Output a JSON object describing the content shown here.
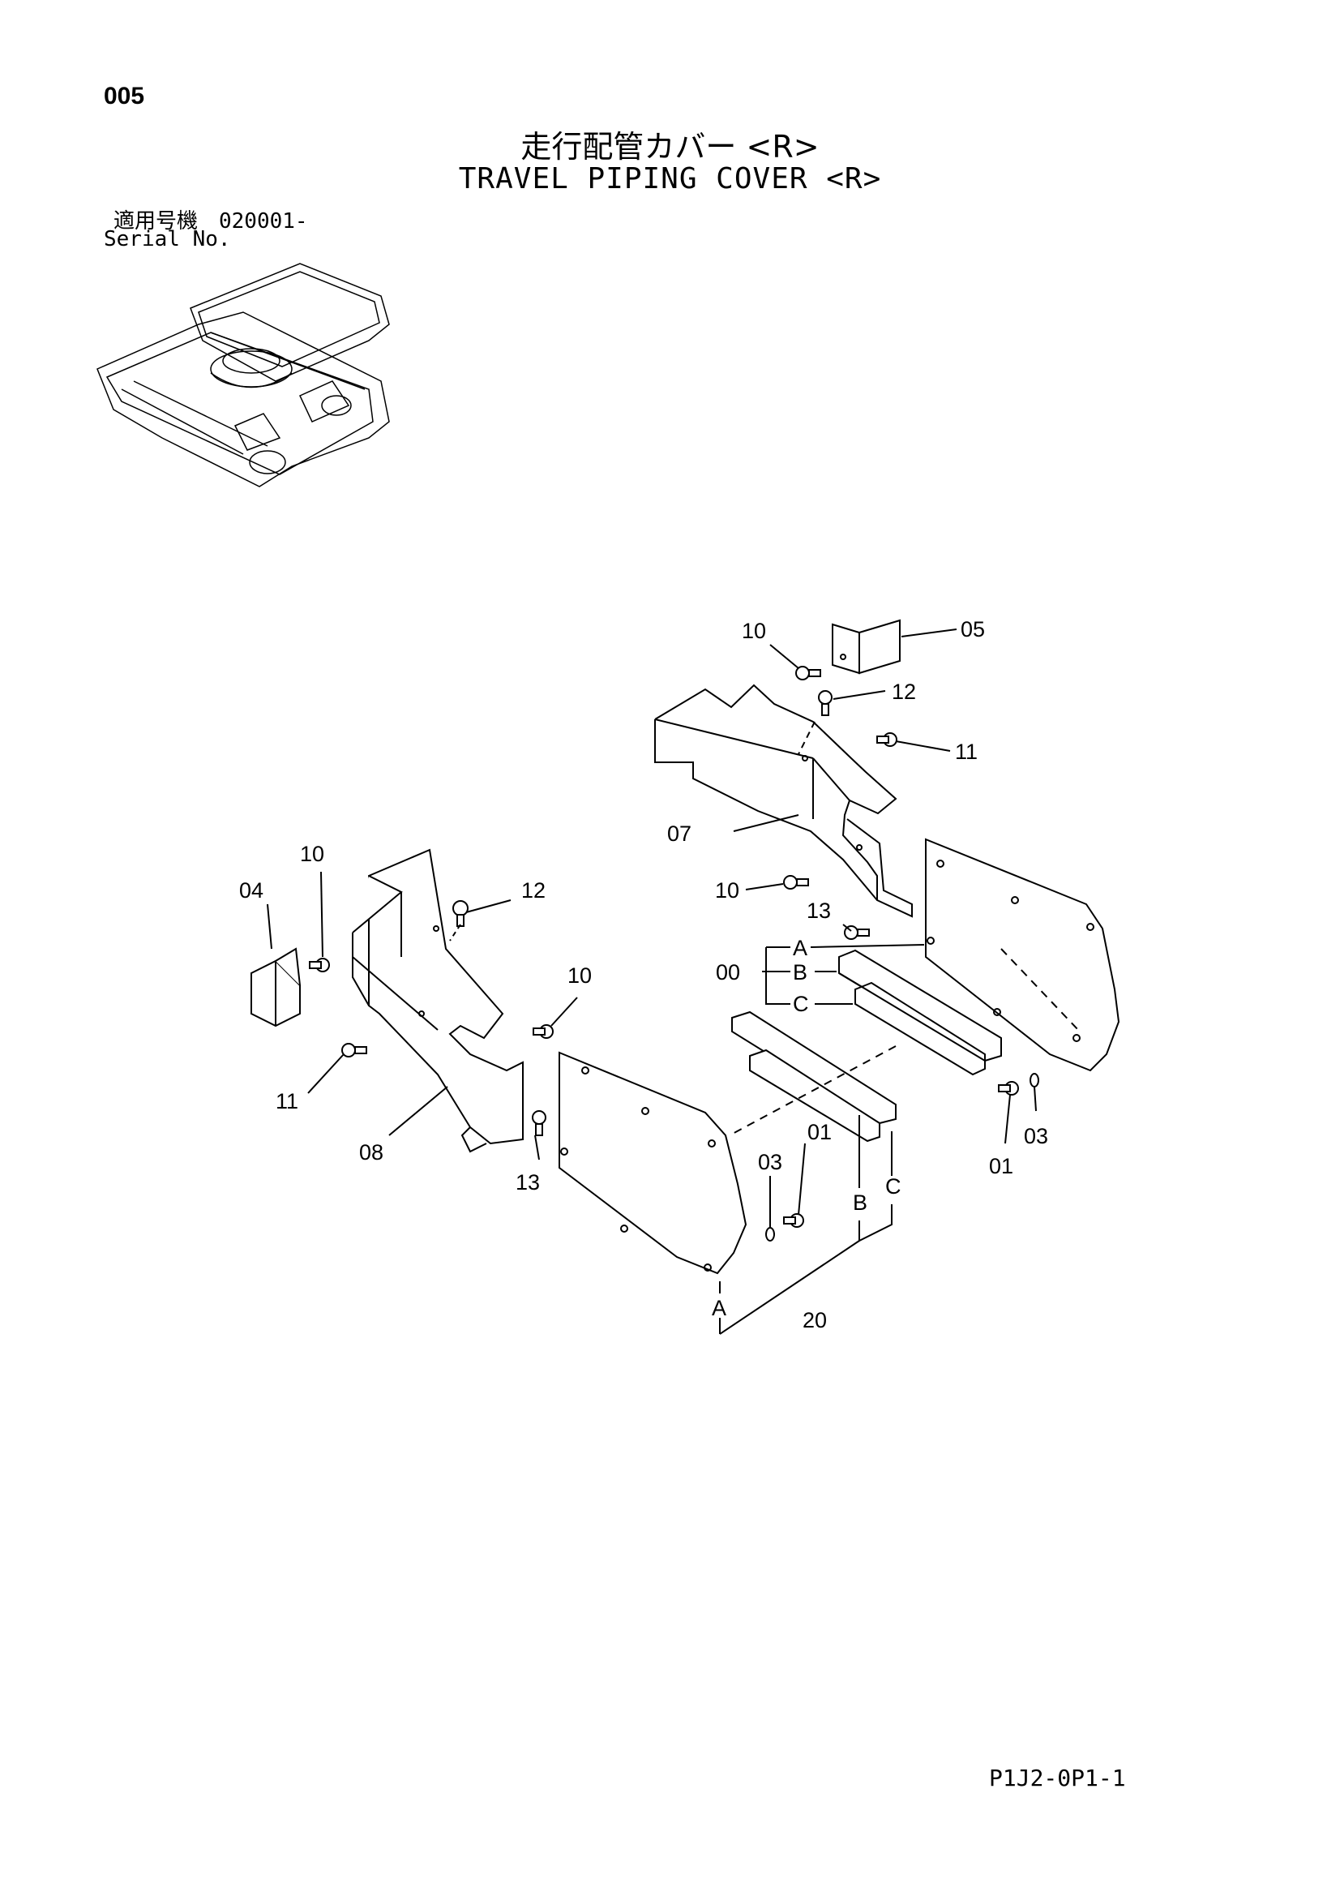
{
  "page": {
    "number": "005",
    "title_ja": "走行配管カバー <R>",
    "title_en": "TRAVEL PIPING COVER <R>",
    "serial_label_ja": "適用号機　020001-",
    "serial_label_en": "Serial No.",
    "sheet_code": "P1J2-0P1-1"
  },
  "callouts": {
    "c05": "05",
    "c10a": "10",
    "c12a": "12",
    "c11a": "11",
    "c07": "07",
    "c10b": "10",
    "c13a": "13",
    "c04": "04",
    "c10c": "10",
    "c12b": "12",
    "c10d": "10",
    "c11b": "11",
    "c08": "08",
    "c13b": "13",
    "c00": "00",
    "cA1": "A",
    "cB1": "B",
    "cC1": "C",
    "c01a": "01",
    "c03a": "03",
    "c01b": "01",
    "c03b": "03",
    "cB2": "B",
    "cC2": "C",
    "cA2": "A",
    "c20": "20"
  }
}
